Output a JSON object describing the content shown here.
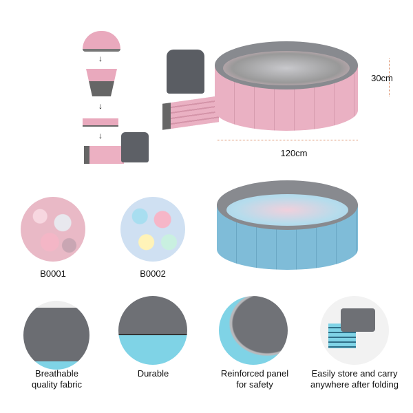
{
  "dimensions": {
    "height": "30cm",
    "diameter": "120cm"
  },
  "variants": [
    {
      "code": "B0001",
      "ball_colors": [
        "#f4b6c6",
        "#e8e8ee",
        "#c9a6b3",
        "#f7d7e0"
      ]
    },
    {
      "code": "B0002",
      "ball_colors": [
        "#a8def0",
        "#f6b6c8",
        "#fff3b8",
        "#c9f0e0",
        "#d8c6f2"
      ]
    }
  ],
  "features": [
    {
      "line1": "Breathable",
      "line2": "quality fabric"
    },
    {
      "line1": "Durable",
      "line2": ""
    },
    {
      "line1": "Reinforced panel",
      "line2": "for safety"
    },
    {
      "line1": "Easily store and carry",
      "line2": "anywhere after folding"
    }
  ],
  "colors": {
    "pink": "#eab1c3",
    "blue": "#7fbcd8",
    "gray": "#76787d",
    "aqua": "#7fd3e6"
  }
}
